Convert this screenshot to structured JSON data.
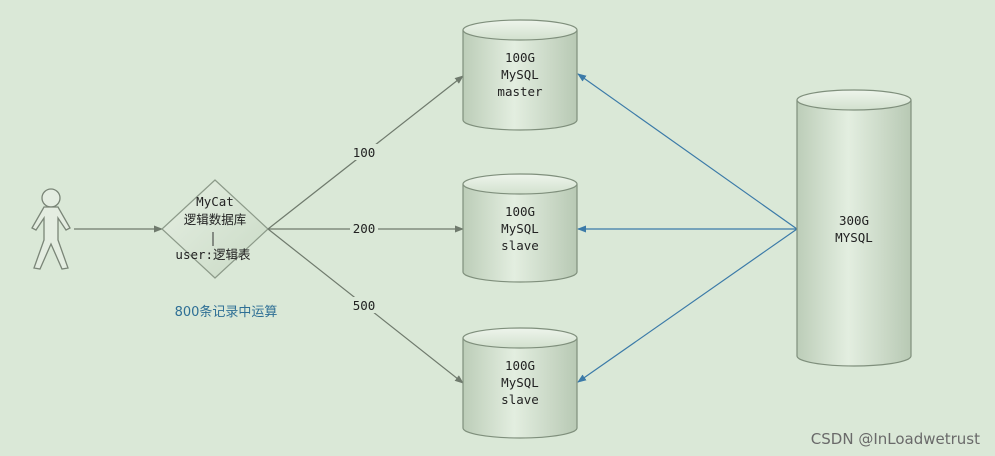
{
  "actor": {
    "icon": "person-icon"
  },
  "mycat": {
    "line1": "MyCat",
    "line2": "逻辑数据库",
    "line3": "user:逻辑表"
  },
  "note": "800条记录中运算",
  "edges": {
    "to_master": "100",
    "to_slave1": "200",
    "to_slave2": "500"
  },
  "db_master": {
    "line1": "100G",
    "line2": "MySQL",
    "line3": "master"
  },
  "db_slave1": {
    "line1": "100G",
    "line2": "MySQL",
    "line3": "slave"
  },
  "db_slave2": {
    "line1": "100G",
    "line2": "MySQL",
    "line3": "slave"
  },
  "db_big": {
    "line1": "300G",
    "line2": "MYSQL"
  },
  "watermark": "CSDN @InLoadwetrust",
  "colors": {
    "background": "#dae8d7",
    "node_fill": "#cfdfcb",
    "node_stroke": "#7f8f7c",
    "gray_arrow": "#6f7a6d",
    "blue_arrow": "#3b7aa8",
    "note_text": "#2e6f95"
  }
}
